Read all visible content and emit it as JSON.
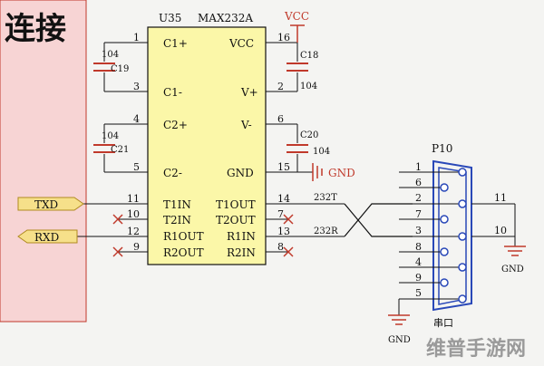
{
  "header": {
    "title": "连接"
  },
  "chip": {
    "ref": "U35",
    "part": "MAX232A",
    "pins_left": [
      {
        "num": "1",
        "name": "C1+"
      },
      {
        "num": "3",
        "name": "C1-"
      },
      {
        "num": "4",
        "name": "C2+"
      },
      {
        "num": "5",
        "name": "C2-"
      },
      {
        "num": "11",
        "name": "T1IN"
      },
      {
        "num": "10",
        "name": "T2IN"
      },
      {
        "num": "12",
        "name": "R1OUT"
      },
      {
        "num": "9",
        "name": "R2OUT"
      }
    ],
    "pins_right": [
      {
        "num": "16",
        "name": "VCC"
      },
      {
        "num": "2",
        "name": "V+"
      },
      {
        "num": "6",
        "name": "V-"
      },
      {
        "num": "15",
        "name": "GND"
      },
      {
        "num": "14",
        "name": "T1OUT"
      },
      {
        "num": "7",
        "name": "T2OUT"
      },
      {
        "num": "13",
        "name": "R1IN"
      },
      {
        "num": "8",
        "name": "R2IN"
      }
    ]
  },
  "caps": [
    {
      "ref": "C19",
      "value": "104"
    },
    {
      "ref": "C21",
      "value": "104"
    },
    {
      "ref": "C18",
      "value": "104"
    },
    {
      "ref": "C20",
      "value": "104"
    }
  ],
  "power": {
    "vcc": "VCC",
    "gnd": "GND"
  },
  "ports": {
    "txd": "TXD",
    "rxd": "RXD"
  },
  "nets": {
    "t": "232T",
    "r": "232R"
  },
  "connector": {
    "ref": "P10",
    "name": "串口",
    "pins": [
      "1",
      "6",
      "2",
      "7",
      "3",
      "8",
      "4",
      "9",
      "5"
    ],
    "pin_right_top": "11",
    "pin_right_bottom": "10"
  },
  "watermark": "维普手游网",
  "colors": {
    "pink_panel": "#f7d4d4",
    "chip_fill": "#fbf7a8",
    "wire": "#111111",
    "symbol_red": "#c0392b",
    "port_fill": "#f6e08a"
  }
}
